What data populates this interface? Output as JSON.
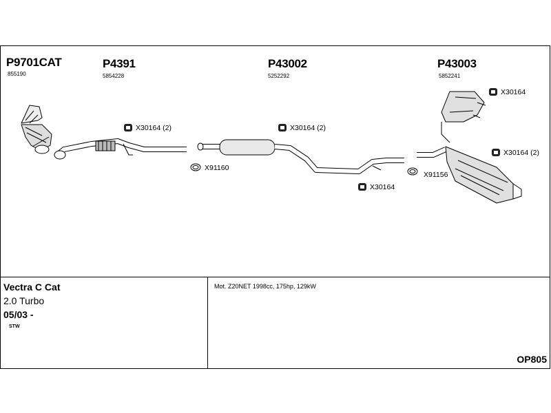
{
  "parts": [
    {
      "part_number": "P9701CAT",
      "oe_number": "855190"
    },
    {
      "part_number": "P4391",
      "oe_number": "5854228"
    },
    {
      "part_number": "P43002",
      "oe_number": "5252292"
    },
    {
      "part_number": "P43003",
      "oe_number": "5852241"
    }
  ],
  "fittings": [
    {
      "label": "X30164 (2)",
      "icon": "clamp-icon"
    },
    {
      "label": "X91160",
      "icon": "gasket-ring-icon"
    },
    {
      "label": "X30164 (2)",
      "icon": "clamp-icon"
    },
    {
      "label": "X30164",
      "icon": "clamp-icon"
    },
    {
      "label": "X91156",
      "icon": "gasket-ring-icon"
    },
    {
      "label": "X30164",
      "icon": "clamp-icon"
    },
    {
      "label": "X30164 (2)",
      "icon": "clamp-icon"
    }
  ],
  "vehicle": {
    "model": "Vectra C Cat",
    "variant": "2.0 Turbo",
    "date": "05/03 -",
    "body_type": "STW",
    "engine": "Mot. Z20NET 1998cc, 175hp, 129kW"
  },
  "system_code": "OP805"
}
